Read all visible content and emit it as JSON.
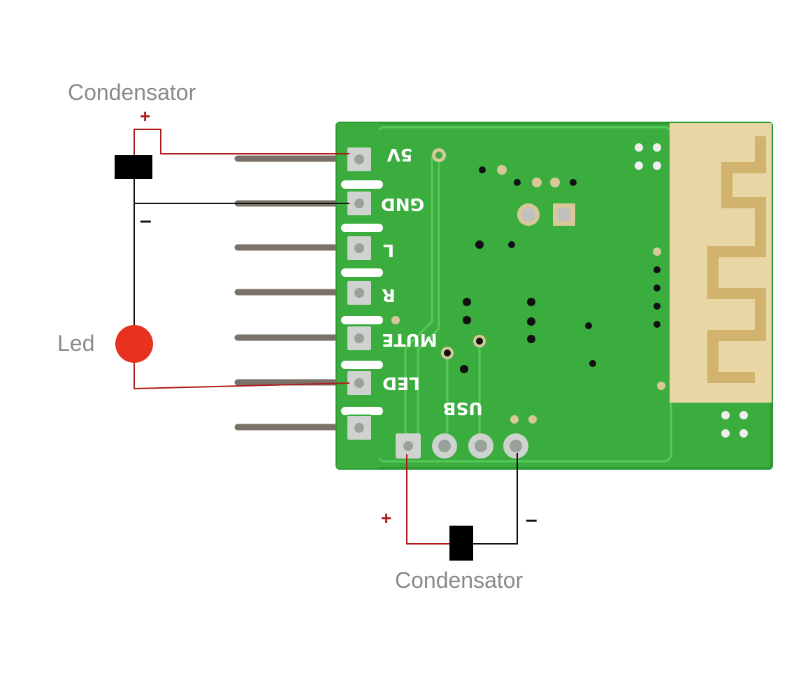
{
  "labels": {
    "capacitor_top": "Condensator",
    "capacitor_bottom": "Condensator",
    "led": "Led",
    "plus_top": "+",
    "minus_top": "–",
    "plus_bottom": "+",
    "minus_bottom": "–"
  },
  "board": {
    "pin_labels": [
      "5V",
      "GND",
      "L",
      "R",
      "MUTE",
      "LED"
    ],
    "usb_label": "USB"
  },
  "colors": {
    "pcb_green": "#3aad3e",
    "pcb_edge": "#2f9a34",
    "antenna": "#e8d6a4",
    "wire_red": "#b01c1c",
    "wire_black": "#111111",
    "led_red": "#e8321f",
    "capacitor": "#000000"
  }
}
